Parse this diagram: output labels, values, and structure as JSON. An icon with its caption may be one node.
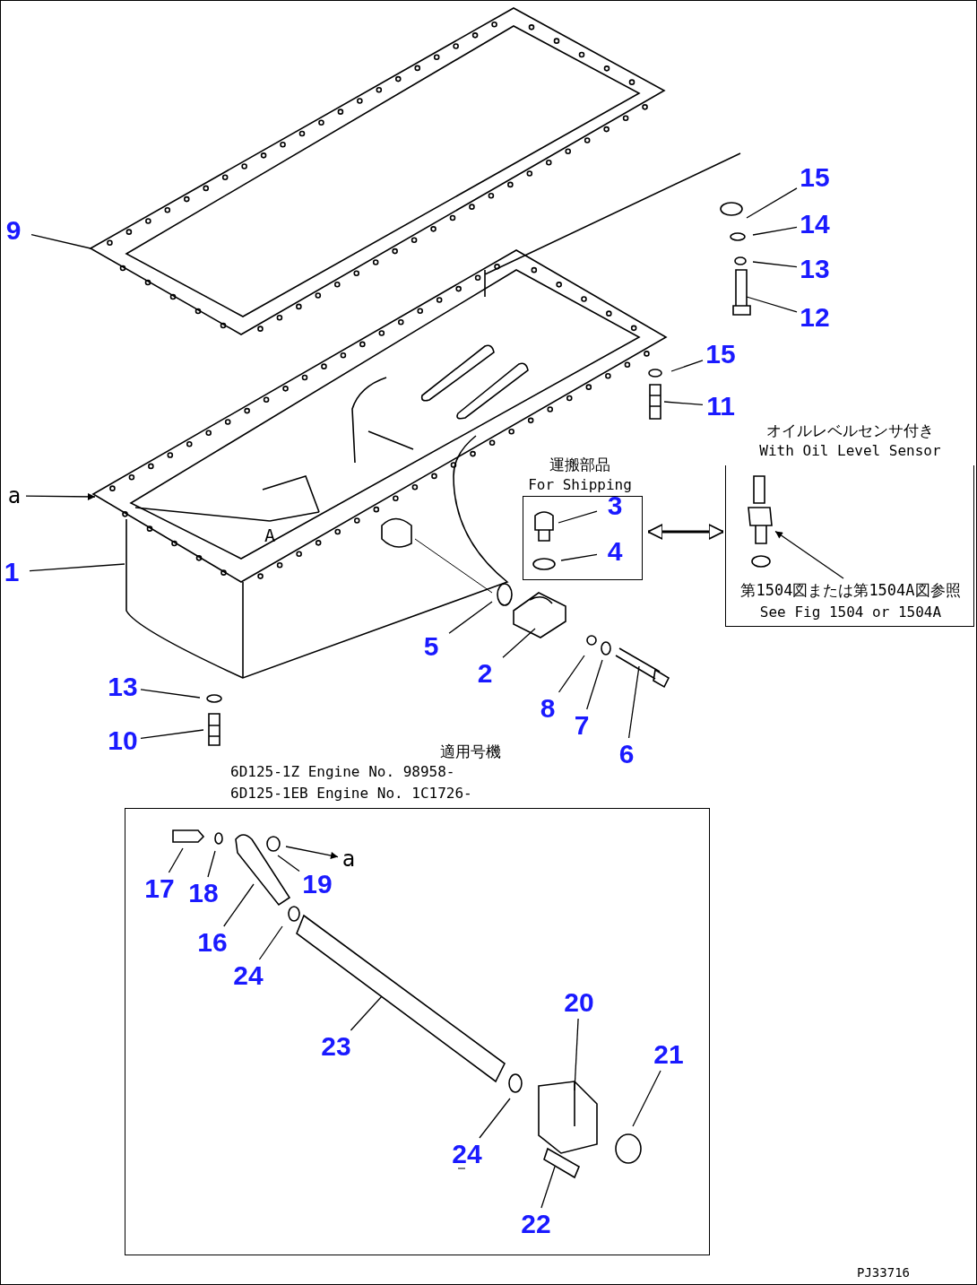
{
  "diagram": {
    "nodes": [
      {
        "text": [
          "9"
        ]
      },
      {
        "text": [
          "1"
        ]
      },
      {
        "text": [
          "a"
        ]
      },
      {
        "text": [
          "15"
        ]
      },
      {
        "text": [
          "14"
        ]
      },
      {
        "text": [
          "13"
        ]
      },
      {
        "text": [
          "12"
        ]
      },
      {
        "text": [
          "15"
        ]
      },
      {
        "text": [
          "11"
        ]
      },
      {
        "text": [
          "運搬部品",
          "For Shipping"
        ]
      },
      {
        "text": [
          "3"
        ],
        "in": 9
      },
      {
        "text": [
          "4"
        ],
        "in": 9
      },
      {
        "text": [
          "オイルレベルセンサ付き",
          "With Oil Level Sensor"
        ]
      },
      {
        "text": [
          "5"
        ]
      },
      {
        "text": [
          "2"
        ]
      },
      {
        "text": [
          "8"
        ]
      },
      {
        "text": [
          "7"
        ]
      },
      {
        "text": [
          "6"
        ]
      },
      {
        "text": [
          "13"
        ]
      },
      {
        "text": [
          "10"
        ]
      },
      {
        "text": [
          "適用号機",
          "6D125-1Z Engine No. 98958-",
          "6D125-1EB Engine No. 1C1726-"
        ]
      },
      {
        "text": [
          "17"
        ],
        "in": 20
      },
      {
        "text": [
          "18"
        ],
        "in": 20
      },
      {
        "text": [
          "19"
        ],
        "in": 20
      },
      {
        "text": [
          "a"
        ],
        "in": 20
      },
      {
        "text": [
          "16"
        ],
        "in": 20
      },
      {
        "text": [
          "24"
        ],
        "in": 20
      },
      {
        "text": [
          "20"
        ],
        "in": 20
      },
      {
        "text": [
          "21"
        ],
        "in": 20
      },
      {
        "text": [
          "23"
        ],
        "in": 20
      },
      {
        "text": [
          "24"
        ],
        "in": 20
      },
      {
        "text": [
          "22"
        ],
        "in": 20
      },
      {
        "text": [],
        "shape": "picture",
        "in": 12
      },
      {
        "text": [
          "第1504図または第1504A図参照",
          "See Fig 1504 or 1504A"
        ],
        "in": 12
      }
    ],
    "edges": [
      {
        "from": 0,
        "to": null,
        "arrow": "none"
      },
      {
        "from": 1,
        "to": null,
        "arrow": "none"
      },
      {
        "from": 2,
        "to": null,
        "arrow": "to"
      },
      {
        "from": 3,
        "to": null,
        "arrow": "none"
      },
      {
        "from": 4,
        "to": null,
        "arrow": "none"
      },
      {
        "from": 5,
        "to": null,
        "arrow": "none"
      },
      {
        "from": 6,
        "to": null,
        "arrow": "none"
      },
      {
        "from": 7,
        "to": null,
        "arrow": "none"
      },
      {
        "from": 8,
        "to": null,
        "arrow": "none"
      },
      {
        "from": 10,
        "to": null,
        "arrow": "none"
      },
      {
        "from": 11,
        "to": null,
        "arrow": "none"
      },
      {
        "from": 9,
        "to": 12,
        "arrow": "both"
      },
      {
        "from": 13,
        "to": null,
        "arrow": "none"
      },
      {
        "from": 14,
        "to": null,
        "arrow": "none"
      },
      {
        "from": 15,
        "to": null,
        "arrow": "none"
      },
      {
        "from": 16,
        "to": null,
        "arrow": "none"
      },
      {
        "from": 17,
        "to": null,
        "arrow": "none"
      },
      {
        "from": 18,
        "to": null,
        "arrow": "none"
      },
      {
        "from": 19,
        "to": null,
        "arrow": "none"
      },
      {
        "from": 21,
        "to": null,
        "arrow": "none"
      },
      {
        "from": 22,
        "to": null,
        "arrow": "none"
      },
      {
        "from": 23,
        "to": null,
        "arrow": "none"
      },
      {
        "from": null,
        "to": 24,
        "arrow": "to"
      },
      {
        "from": 25,
        "to": null,
        "arrow": "none"
      },
      {
        "from": 26,
        "to": null,
        "arrow": "none"
      },
      {
        "from": 27,
        "to": null,
        "arrow": "none"
      },
      {
        "from": 28,
        "to": null,
        "arrow": "none"
      },
      {
        "from": 29,
        "to": null,
        "arrow": "none"
      },
      {
        "from": 30,
        "to": null,
        "arrow": "none"
      },
      {
        "from": 31,
        "to": null,
        "arrow": "none"
      },
      {
        "from": 33,
        "to": 32,
        "arrow": "to"
      }
    ],
    "labels": [
      "A",
      "PJ33716"
    ]
  }
}
